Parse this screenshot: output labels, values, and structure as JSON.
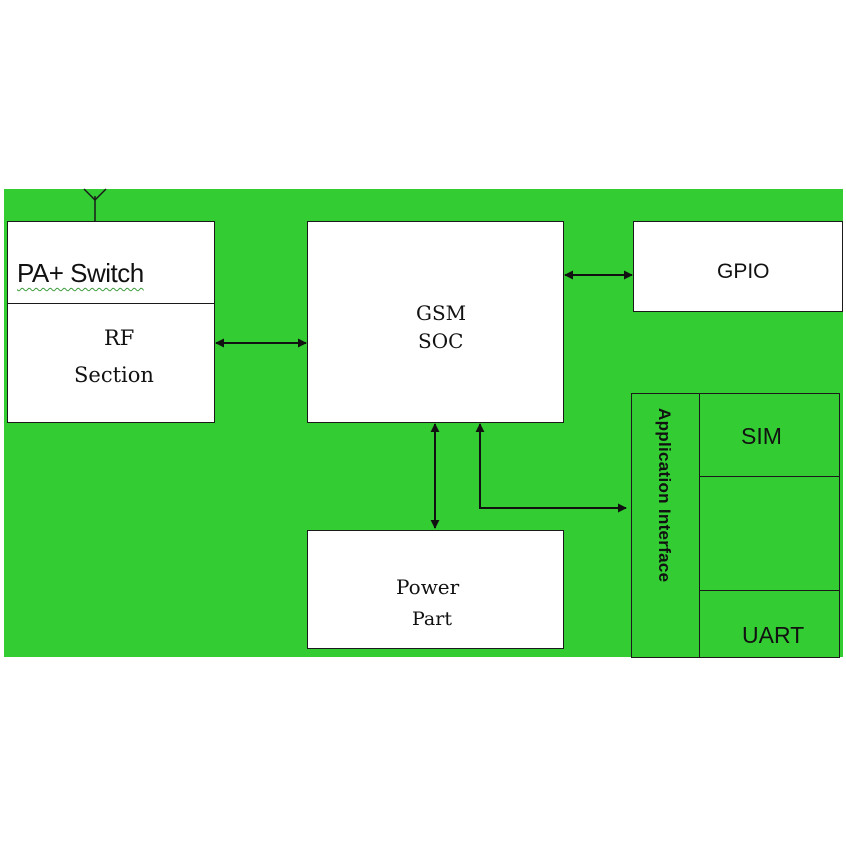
{
  "background_color": "#33cc33",
  "blocks": {
    "pa_switch": "PA+ Switch",
    "rf_line1": "RF",
    "rf_line2": "Section",
    "gsm_line1": "GSM",
    "gsm_line2": "SOC",
    "gpio": "GPIO",
    "power_line1": "Power",
    "power_line2": "Part",
    "app_interface": "Application Interface",
    "sim": "SIM",
    "uart": "UART"
  },
  "connections": [
    {
      "from": "rf_section",
      "to": "gsm_soc",
      "type": "bidirectional"
    },
    {
      "from": "gsm_soc",
      "to": "gpio",
      "type": "bidirectional"
    },
    {
      "from": "gsm_soc",
      "to": "power_part",
      "type": "bidirectional"
    },
    {
      "from": "gsm_soc",
      "to": "application_interface",
      "type": "bidirectional"
    }
  ],
  "icons": [
    "antenna-icon"
  ]
}
